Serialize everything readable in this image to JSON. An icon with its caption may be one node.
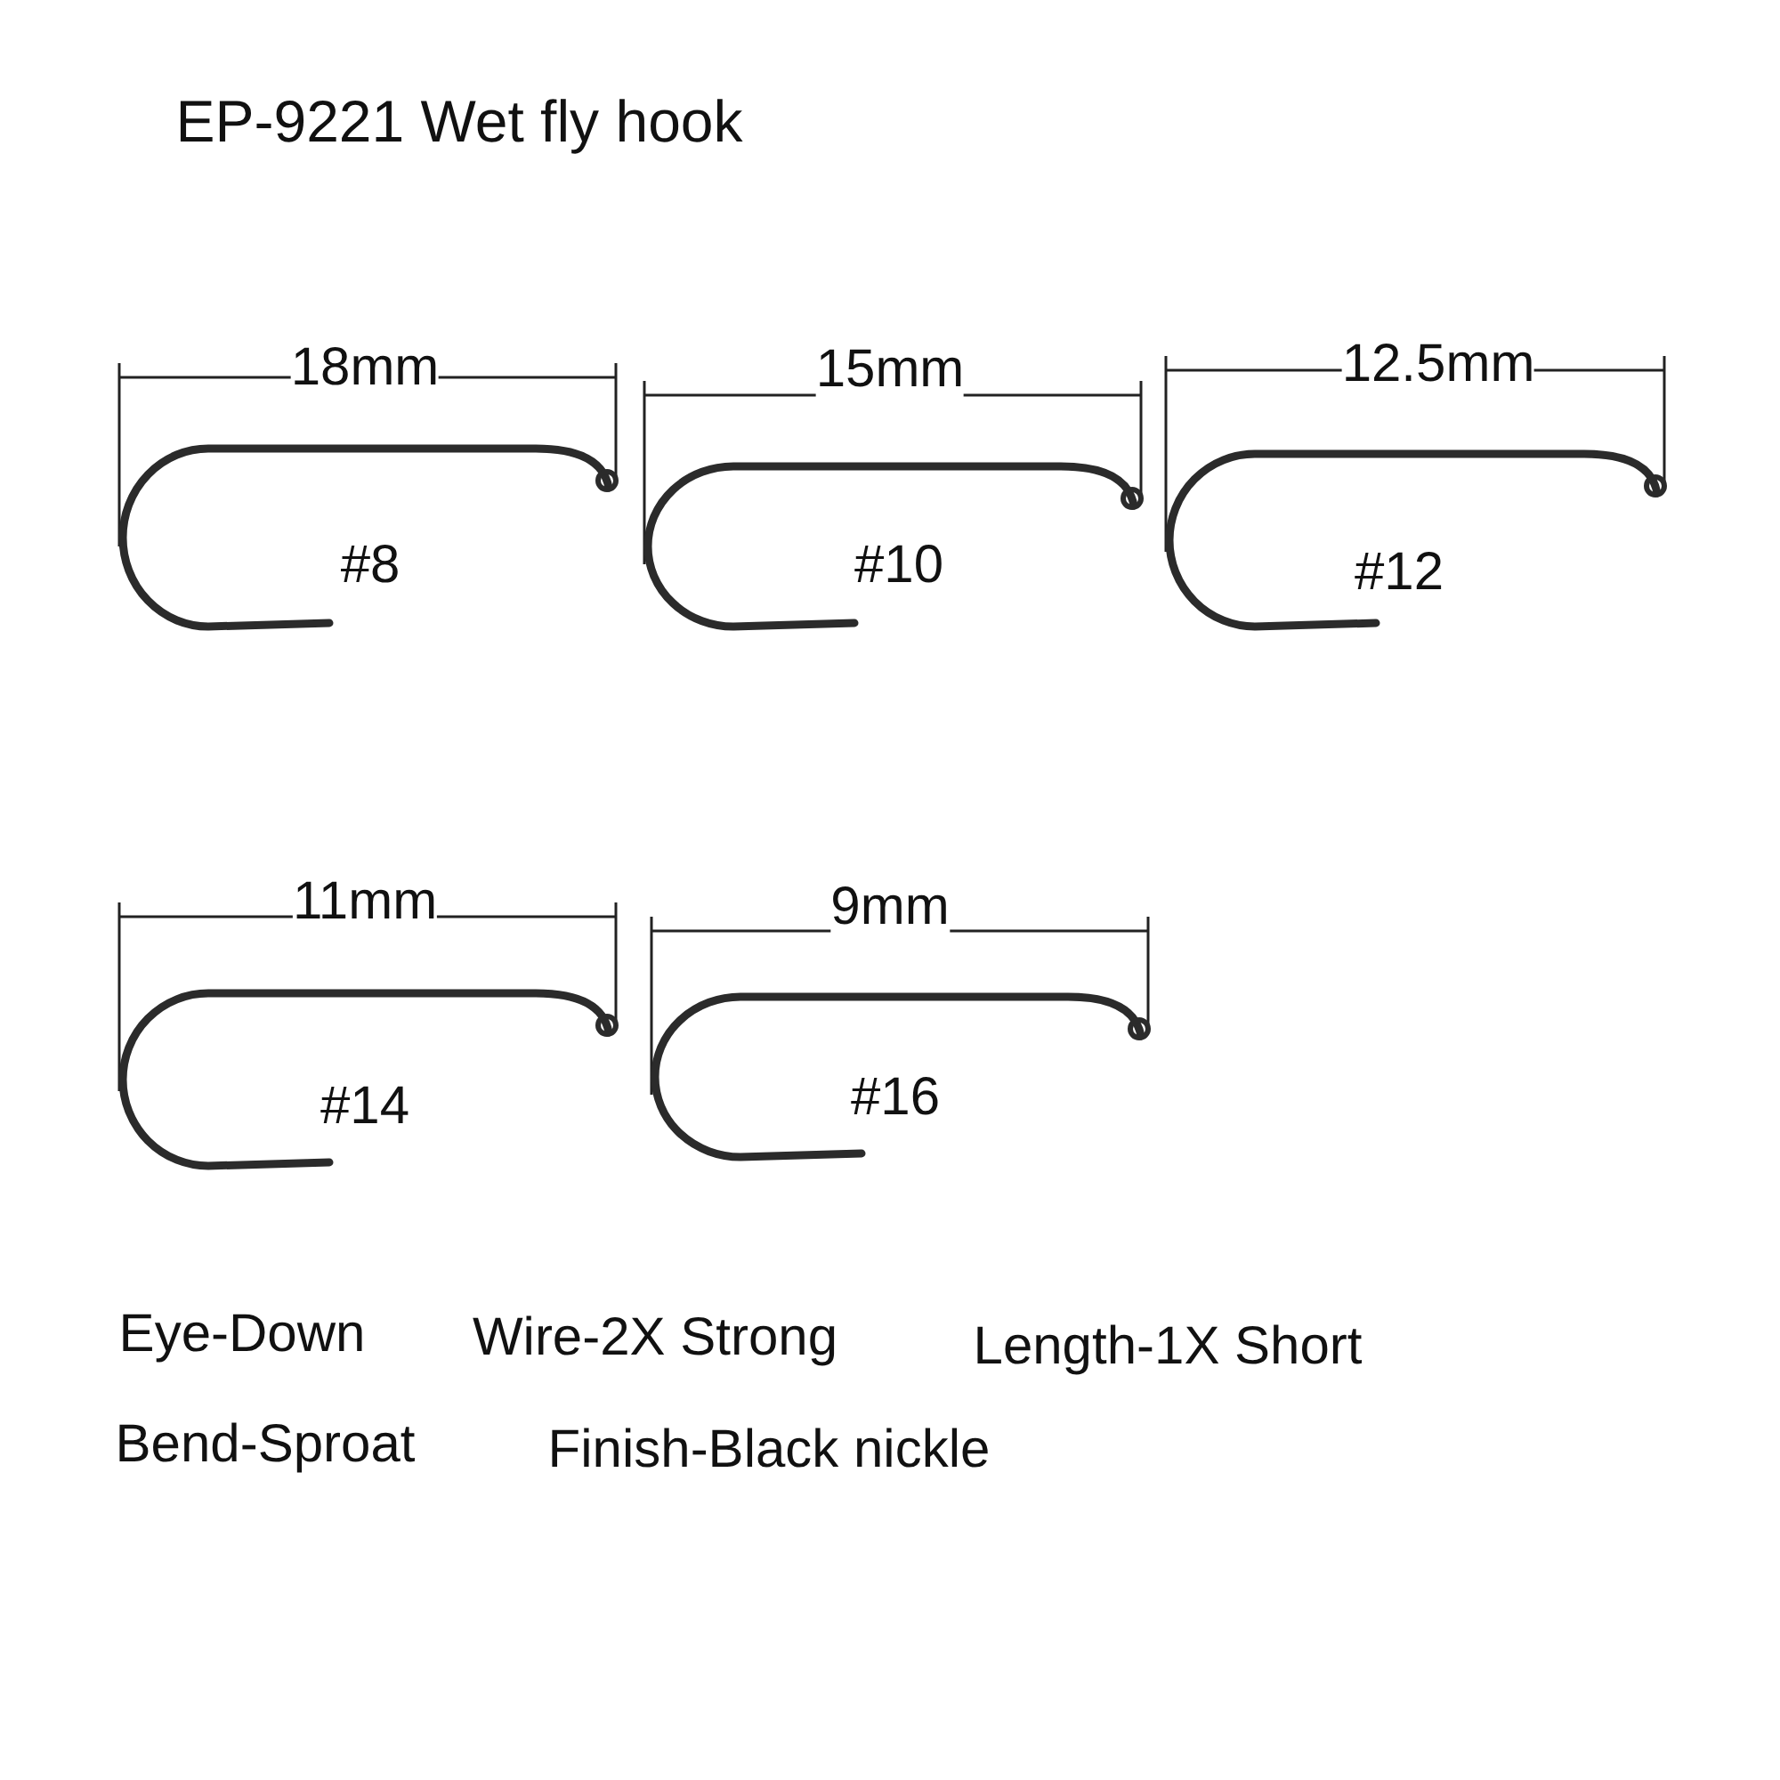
{
  "diagram": {
    "title": "EP-9221 Wet fly hook",
    "labels": [
      "18mm",
      "15mm",
      "12.5mm",
      "#8",
      "#10",
      "#12",
      "11mm",
      "9mm",
      "#14",
      "#16",
      "Eye-Down",
      "Wire-2X Strong",
      "Length-1X Short",
      "Bend-Sproat",
      "Finish-Black nickle"
    ]
  }
}
